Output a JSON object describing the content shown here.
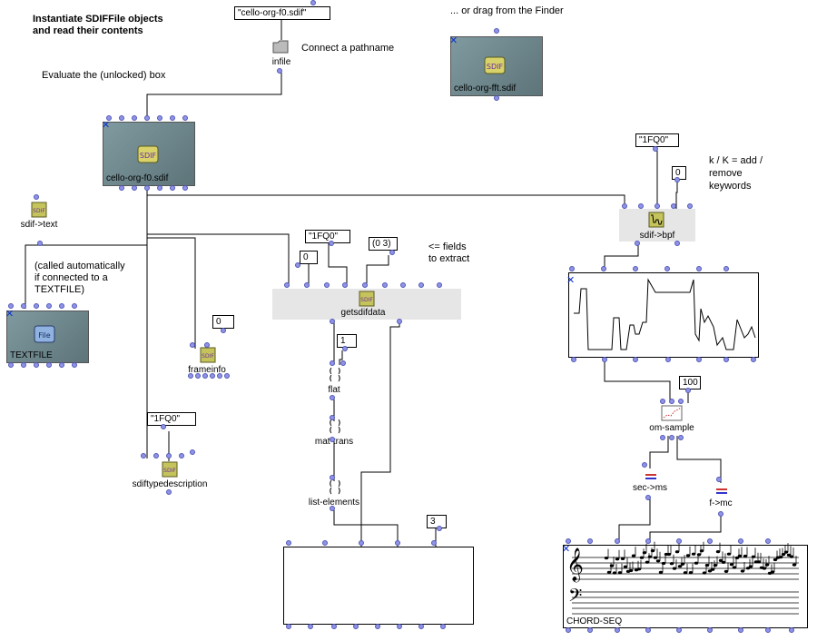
{
  "comments": {
    "title_line1": "Instantiate SDIFFile objects",
    "title_line2": "and read their contents",
    "drag_hint": "... or drag from the Finder",
    "connect_hint": "Connect a pathname",
    "evaluate_hint": "Evaluate the (unlocked) box",
    "keywords_line1": "k / K = add /",
    "keywords_line2": "remove",
    "keywords_line3": "keywords",
    "fields_line1": "<= fields",
    "fields_line2": "to extract",
    "textfile_line1": "(called automatically",
    "textfile_line2": "if connected to a",
    "textfile_line3": "TEXTFILE)"
  },
  "values": {
    "path_string": "\"cello-org-f0.sdif\"",
    "sig_1fq0_top": "\"1FQ0\"",
    "zero_bpf": "0",
    "sig_1fq0_mid": "\"1FQ0\"",
    "zero_getsdif": "0",
    "fields_list": "(0 3)",
    "zero_frameinfo": "0",
    "one_flat": "1",
    "sig_1fq0_low": "\"1FQ0\"",
    "three_list": "3",
    "hundred": "100"
  },
  "boxes": {
    "infile": "infile",
    "sdif_main": "cello-org-f0.sdif",
    "sdif_fft": "cello-org-fft.sdif",
    "sdif_to_text": "sdif->text",
    "textfile": "TEXTFILE",
    "frameinfo": "frameinfo",
    "sdiftypedescription": "sdiftypedescription",
    "getsdifdata": "getsdifdata",
    "flat": "flat",
    "mat_trans": "mat-trans",
    "list_elements": "list-elements",
    "sdif_to_bpf": "sdif->bpf",
    "om_sample": "om-sample",
    "sec_to_ms": "sec->ms",
    "f_to_mc": "f->mc",
    "chord_seq": "CHORD-SEQ"
  },
  "icons": {
    "sdif": "SDIF",
    "file": "File"
  },
  "colors": {
    "inlet": "#8f94e6",
    "box_bg": "#6f878c",
    "lock_x": "#1133cc"
  }
}
